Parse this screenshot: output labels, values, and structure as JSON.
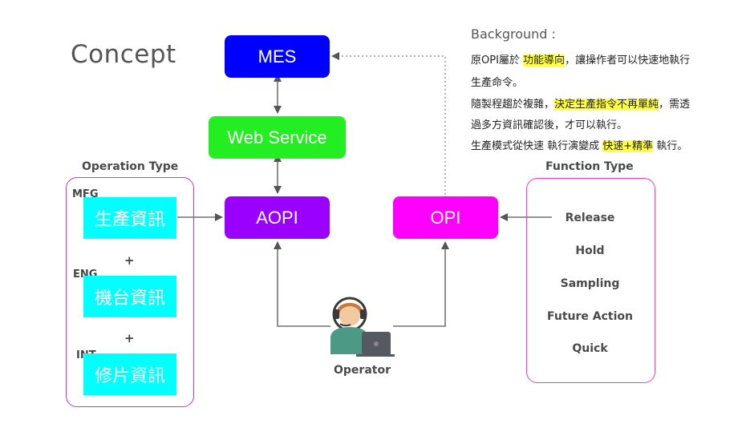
{
  "title": "Concept",
  "nodes": {
    "mes": "MES",
    "web_service": "Web Service",
    "aopi": "AOPI",
    "opi": "OPI"
  },
  "operation_type": {
    "title": "Operation Type",
    "items": [
      {
        "tag": "MFG",
        "label": "生產資訊"
      },
      {
        "tag": "ENG",
        "label": "機台資訊"
      },
      {
        "tag": "INT",
        "label": "修片資訊"
      }
    ],
    "plus": "+"
  },
  "function_type": {
    "title": "Function Type",
    "items": [
      "Release",
      "Hold",
      "Sampling",
      "Future Action",
      "Quick"
    ]
  },
  "background": {
    "title": "Background :",
    "line1_a": "原OPI屬於 ",
    "line1_hl": "功能導向",
    "line1_b": "，讓操作者可以快速地執行",
    "line2": "生產命令。",
    "line3_a": "隨製程趨於複雜，",
    "line3_hl": "決定生產指令不再單純",
    "line3_b": "，需透",
    "line4": "過多方資訊確認後，才可以執行。",
    "line5_a": "生產模式從快速 執行演變成 ",
    "line5_hl": "快速+精準",
    "line5_b": " 執行。"
  },
  "operator": {
    "label": "Operator"
  },
  "colors": {
    "mes": "#0000ff",
    "web_service": "#22ee22",
    "aopi": "#9900ff",
    "opi": "#ff00ff",
    "cyan": "#00ffff",
    "highlight": "#ffff44"
  },
  "icons": {
    "operator": "operator-headset-laptop-icon"
  }
}
